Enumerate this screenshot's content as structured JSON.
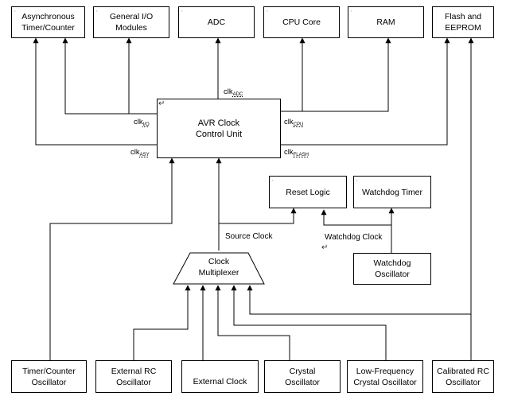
{
  "boxes": {
    "async_timer": "Asynchronous\nTimer/Counter",
    "general_io": "General I/O\nModules",
    "adc": "ADC",
    "cpu_core": "CPU Core",
    "ram": "RAM",
    "flash_eeprom": "Flash and\nEEPROM",
    "avr_clock": "AVR Clock\nControl Unit",
    "reset_logic": "Reset Logic",
    "watchdog_timer": "Watchdog Timer",
    "watchdog_osc": "Watchdog\nOscillator",
    "clock_mux": "Clock\nMultiplexer",
    "tc_osc": "Timer/Counter\nOscillator",
    "ext_rc": "External RC\nOscillator",
    "ext_clock": "External Clock",
    "crystal": "Crystal\nOscillator",
    "lf_crystal": "Low-Frequency\nCrystal Oscillator",
    "cal_rc": "Calibrated RC\nOscillator"
  },
  "clocks": {
    "clk_adc": {
      "base": "clk",
      "sub": "ADC"
    },
    "clk_io": {
      "base": "clk",
      "sub": "I/O"
    },
    "clk_cpu": {
      "base": "clk",
      "sub": "CPU"
    },
    "clk_asy": {
      "base": "clk",
      "sub": "ASY"
    },
    "clk_flash": {
      "base": "clk",
      "sub": "FLASH"
    }
  },
  "labels": {
    "source_clock": "Source Clock",
    "watchdog_clock": "Watchdog Clock"
  }
}
